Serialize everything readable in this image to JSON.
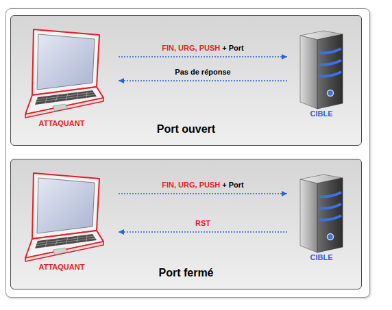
{
  "diagram": {
    "nodes": [
      {
        "text": [
          "Port ouvert"
        ]
      },
      {
        "text": [
          "ATTAQUANT"
        ],
        "in": 0
      },
      {
        "text": [
          "CIBLE"
        ],
        "in": 0
      },
      {
        "text": [
          "Port fermé"
        ]
      },
      {
        "text": [
          "ATTAQUANT"
        ],
        "in": 3
      },
      {
        "text": [
          "CIBLE"
        ],
        "in": 3
      }
    ],
    "edges": [
      {
        "from": 1,
        "to": 2,
        "label": "FIN, URG, PUSH + Port",
        "arrow": "to"
      },
      {
        "from": 2,
        "to": 1,
        "label": "Pas de réponse",
        "arrow": "to"
      },
      {
        "from": 4,
        "to": 5,
        "label": "FIN, URG, PUSH + Port",
        "arrow": "to"
      },
      {
        "from": 5,
        "to": 4,
        "label": "RST",
        "arrow": "to"
      }
    ]
  }
}
